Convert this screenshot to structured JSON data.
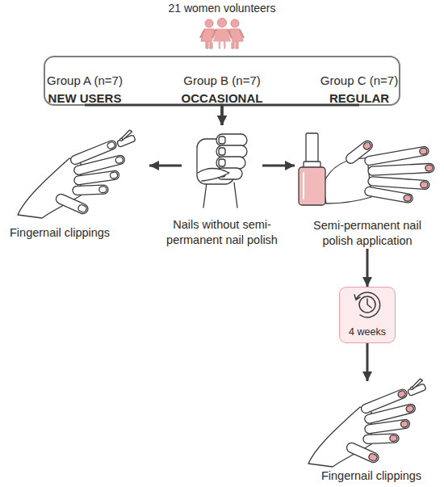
{
  "diagram": {
    "title": "21 women volunteers",
    "nodes": [
      {
        "text": [
          "Group A (n=7)",
          "NEW USERS"
        ]
      },
      {
        "text": [
          "Group B (n=7)",
          "OCCASIONAL"
        ]
      },
      {
        "text": [
          "Group C (n=7)",
          "REGULAR"
        ]
      },
      {
        "text": [
          "Fingernail clippings"
        ]
      },
      {
        "text": [
          "Nails without semi- permanent nail polish"
        ]
      },
      {
        "text": [
          "Semi-permanent nail polish application"
        ]
      },
      {
        "text": [
          "4 weeks"
        ]
      },
      {
        "text": [
          "Fingernail clippings"
        ]
      }
    ],
    "edges": [
      {
        "from": 0,
        "to": 4,
        "arrow": "to"
      },
      {
        "from": 1,
        "to": 4,
        "arrow": "to"
      },
      {
        "from": 2,
        "to": 4,
        "arrow": "to"
      },
      {
        "from": 4,
        "to": 3,
        "arrow": "to"
      },
      {
        "from": 4,
        "to": 5,
        "arrow": "to"
      },
      {
        "from": 5,
        "to": 6,
        "arrow": "to"
      },
      {
        "from": 6,
        "to": 7,
        "arrow": "to"
      }
    ]
  }
}
